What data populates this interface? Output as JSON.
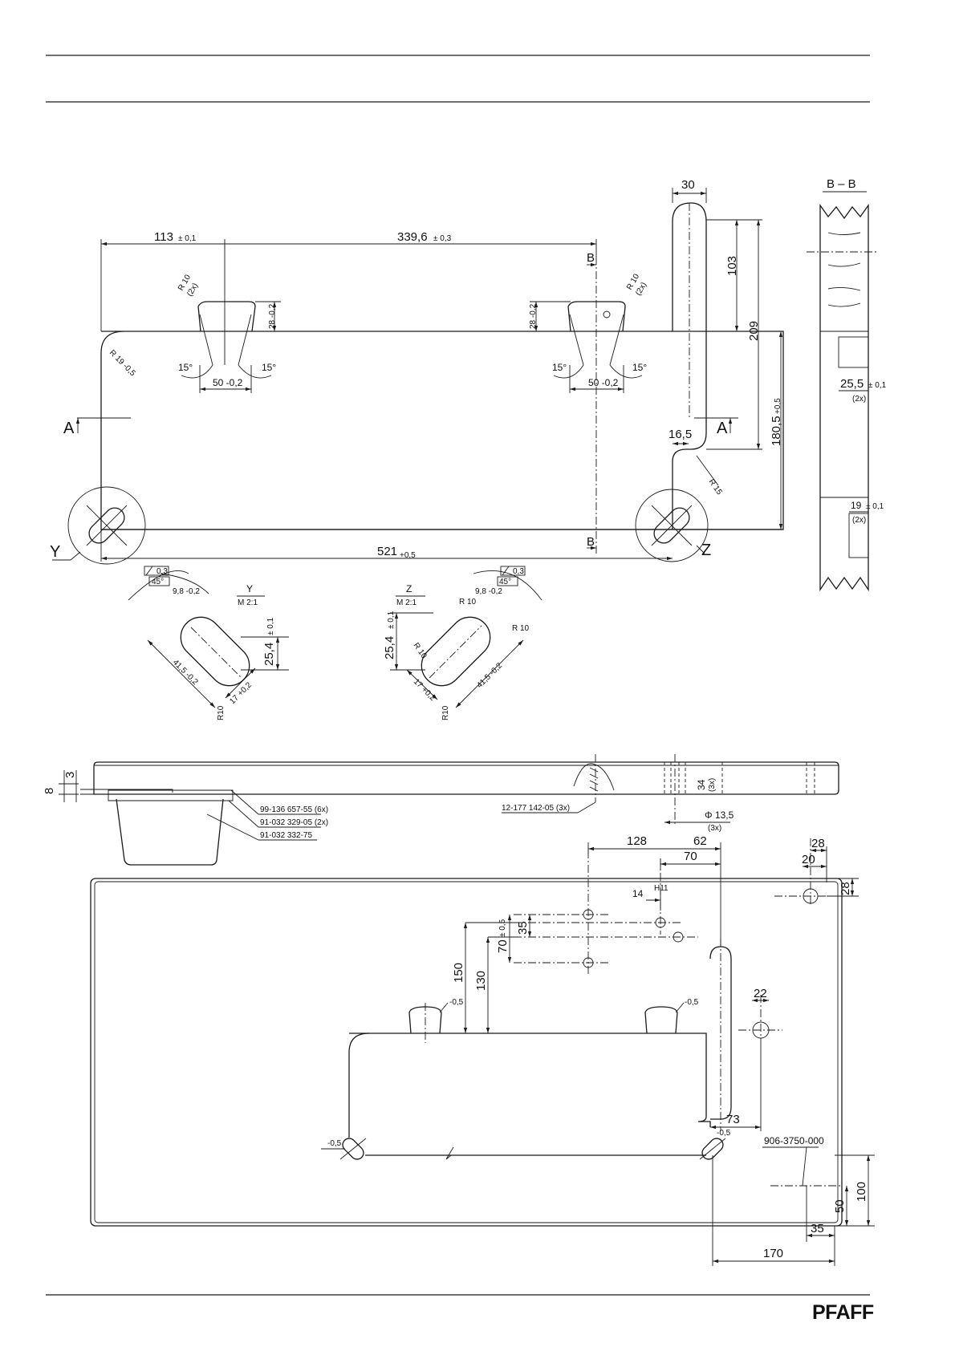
{
  "brand": "PFAFF",
  "section_b": "B – B",
  "section_b_dims": {
    "d1": "25,5",
    "d1_tol": "± 0,1",
    "d1_n": "(2x)",
    "d2": "19",
    "d2_tol": "± 0,1",
    "d2_n": "(2x)"
  },
  "top_view": {
    "d113": "113",
    "d113_tol": "± 0,1",
    "d339": "339,6",
    "d339_tol": "± 0,3",
    "d521": "521",
    "d521_tol": "+0,5",
    "d30": "30",
    "d103": "103",
    "d209": "209",
    "d180": "180,5",
    "d180_tol": "+0,5",
    "d16": "16,5",
    "r15": "R 15",
    "r10a": "R 10",
    "r10a_n": "(2x)",
    "r10b": "R 10",
    "r10b_n": "(2x)",
    "r19": "R 19 -0,5",
    "d28a": "28 -0,2",
    "d28b": "28 -0,2",
    "ang15a": "15°",
    "ang15b": "15°",
    "ang15c": "15°",
    "ang15d": "15°",
    "d50a": "50 -0,2",
    "d50b": "50 -0,2",
    "lbl_A1": "A",
    "lbl_A2": "A",
    "lbl_B1": "B",
    "lbl_B2": "B",
    "lbl_Y": "Y",
    "lbl_Z": "Z"
  },
  "detail_y": {
    "title": "Y",
    "scale": "M 2:1",
    "flat": "0,3",
    "ang": "45°",
    "d98": "9,8 -0,2",
    "d254": "25,4",
    "d254_tol": "± 0,1",
    "d415": "41,5 -0,2",
    "d17": "17 +0,2",
    "r10": "R10"
  },
  "detail_z": {
    "title": "Z",
    "scale": "M 2:1",
    "flat": "0,3",
    "ang": "45°",
    "d98": "9,8 -0,2",
    "r10a": "R 10",
    "r10b": "R 10",
    "r10c": "R 10",
    "d254": "25,4",
    "d254_tol": "± 0,1",
    "d415": "41,5 -0,2",
    "d17": "17 +0,2",
    "r10d": "R10"
  },
  "side_view": {
    "d8": "8",
    "d3": "3",
    "part1": "99-136 657-55 (6x)",
    "part2": "91-032 329-05 (2x)",
    "part3": "91-032 332-75",
    "part4": "12-177 142-05 (3x)",
    "d34": "34",
    "d34_n": "(3x)",
    "phi": "Φ 13,5",
    "phi_n": "(3x)"
  },
  "plan_view": {
    "d128": "128",
    "d62": "62",
    "d70": "70",
    "d28a": "28",
    "d20": "20",
    "d28b": "28",
    "d14": "14",
    "h11": "H11",
    "d35": "35",
    "d70v": "70",
    "d05": "± 0,5",
    "d150": "150",
    "d130": "130",
    "d22": "22",
    "d73": "73",
    "tol1": "-0,5",
    "tol2": "-0,5",
    "tol3": "-0,5",
    "tol4": "-0,5",
    "part": "906-3750-000",
    "d100": "100",
    "d50": "50",
    "d35b": "35",
    "d170": "170"
  }
}
